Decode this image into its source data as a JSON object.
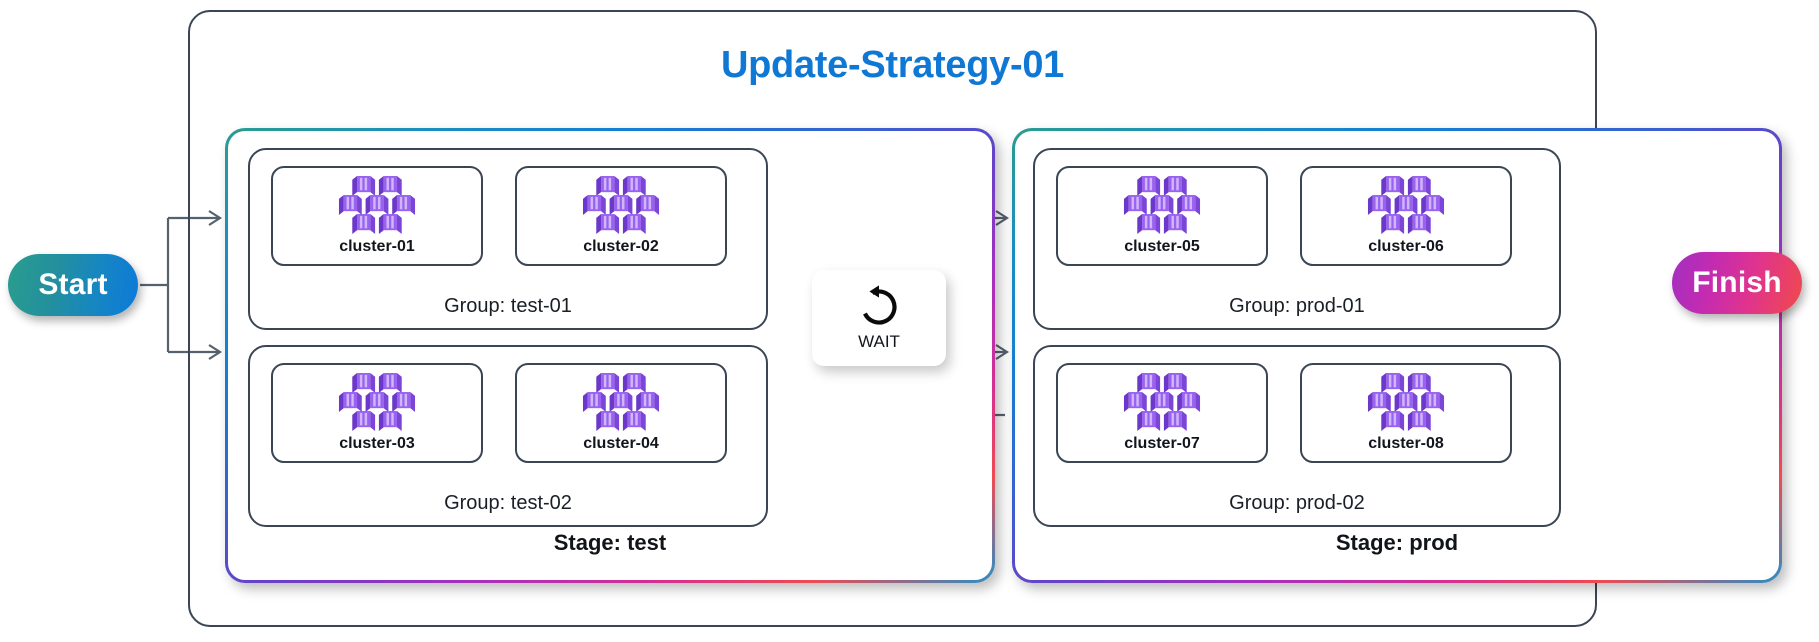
{
  "diagram": {
    "title": "Update-Strategy-01",
    "title_color": "#0f78d4",
    "start_label": "Start",
    "finish_label": "Finish",
    "start_gradient": [
      "#2a9d8f",
      "#0c7ad8"
    ],
    "finish_gradient": [
      "#a22fc0",
      "#ef4a4a"
    ],
    "stage_border_gradient": [
      "#2a9d8f",
      "#137fd4",
      "#6b3fc8",
      "#d42f92",
      "#ef4a52",
      "#2a8fc4"
    ],
    "node_stroke_color": "#3b4654",
    "connector_color": "#56616e",
    "cluster_icon_color": "#8c52e0"
  },
  "wait_node": {
    "label": "WAIT",
    "icon": "rotate-ccw-icon"
  },
  "stages": [
    {
      "label": "Stage: test",
      "groups": [
        {
          "label": "Group: test-01",
          "clusters": [
            {
              "label": "cluster-01",
              "icon": "cluster-icon"
            },
            {
              "label": "cluster-02",
              "icon": "cluster-icon"
            }
          ]
        },
        {
          "label": "Group: test-02",
          "clusters": [
            {
              "label": "cluster-03",
              "icon": "cluster-icon"
            },
            {
              "label": "cluster-04",
              "icon": "cluster-icon"
            }
          ]
        }
      ]
    },
    {
      "label": "Stage: prod",
      "groups": [
        {
          "label": "Group: prod-01",
          "clusters": [
            {
              "label": "cluster-05",
              "icon": "cluster-icon"
            },
            {
              "label": "cluster-06",
              "icon": "cluster-icon"
            }
          ]
        },
        {
          "label": "Group: prod-02",
          "clusters": [
            {
              "label": "cluster-07",
              "icon": "cluster-icon"
            },
            {
              "label": "cluster-08",
              "icon": "cluster-icon"
            }
          ]
        }
      ]
    }
  ]
}
